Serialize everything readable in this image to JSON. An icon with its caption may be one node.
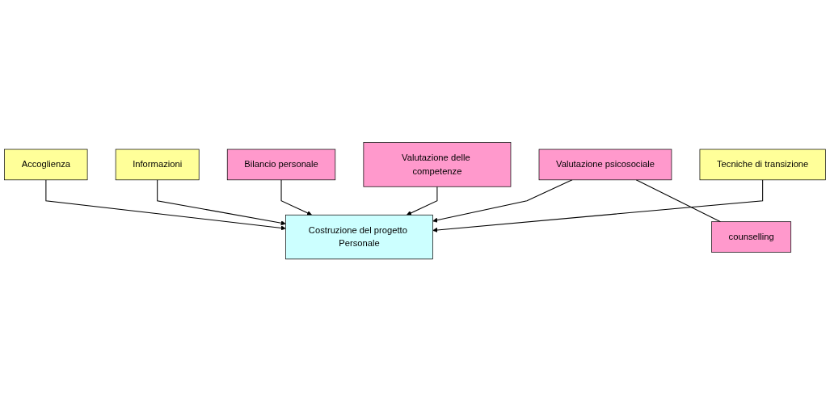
{
  "diagram": {
    "nodes": [
      {
        "text": [
          "Accoglienza"
        ]
      },
      {
        "text": [
          "Informazioni"
        ]
      },
      {
        "text": [
          "Bilancio personale"
        ]
      },
      {
        "text": [
          "counselling"
        ]
      },
      {
        "text": [
          "Valutazione psicosociale"
        ]
      },
      {
        "text": [
          "Valutazione delle competenze"
        ]
      },
      {
        "text": [
          "Tecniche di transizione"
        ]
      },
      {
        "text": [
          "Costruzione del progetto Personale"
        ]
      }
    ],
    "edges": [
      {
        "from": 0,
        "to": 7,
        "arrow": "to"
      },
      {
        "from": 1,
        "to": 7,
        "arrow": "to"
      },
      {
        "from": 2,
        "to": 7,
        "arrow": "to"
      },
      {
        "from": 4,
        "to": 7,
        "arrow": "to"
      },
      {
        "from": 4,
        "to": 3,
        "arrow": "none"
      },
      {
        "from": 5,
        "to": 7,
        "arrow": "to"
      },
      {
        "from": 6,
        "to": 7,
        "arrow": "to"
      }
    ]
  }
}
